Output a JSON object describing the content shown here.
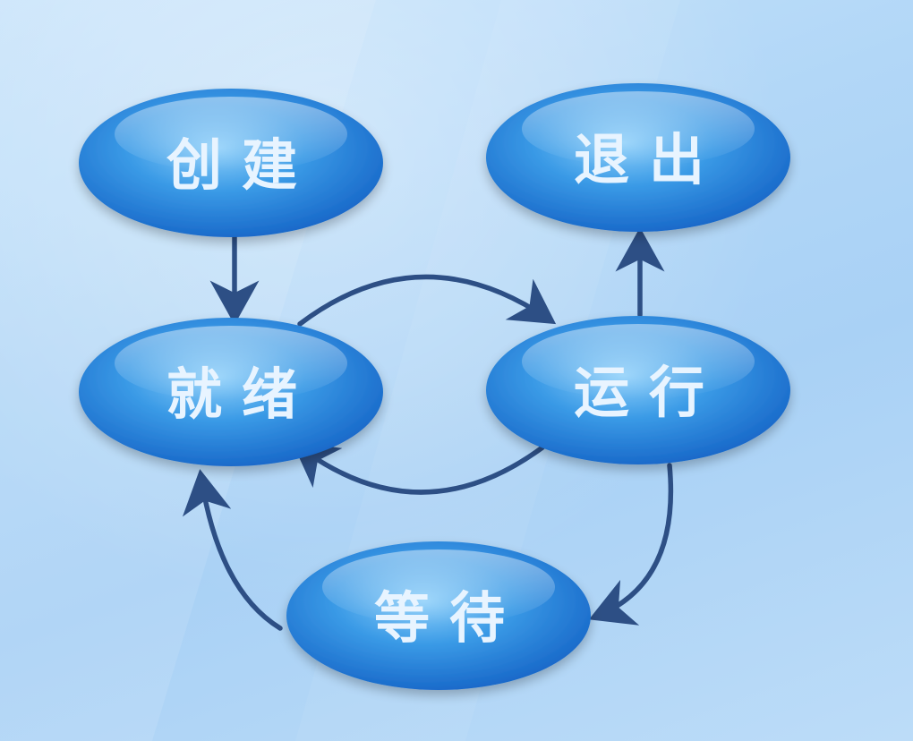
{
  "diagram": {
    "colors": {
      "node_light": "#7cc4f6",
      "node_dark": "#1565c8",
      "arrow": "#2d4f85",
      "label": "#e8f4ff"
    },
    "nodes": {
      "create": {
        "label": "创建"
      },
      "exit": {
        "label": "退出"
      },
      "ready": {
        "label": "就绪"
      },
      "running": {
        "label": "运行"
      },
      "waiting": {
        "label": "等待"
      }
    },
    "edges": [
      {
        "from": "创建",
        "to": "就绪"
      },
      {
        "from": "就绪",
        "to": "运行"
      },
      {
        "from": "运行",
        "to": "就绪"
      },
      {
        "from": "运行",
        "to": "退出"
      },
      {
        "from": "运行",
        "to": "等待"
      },
      {
        "from": "等待",
        "to": "就绪"
      }
    ]
  }
}
